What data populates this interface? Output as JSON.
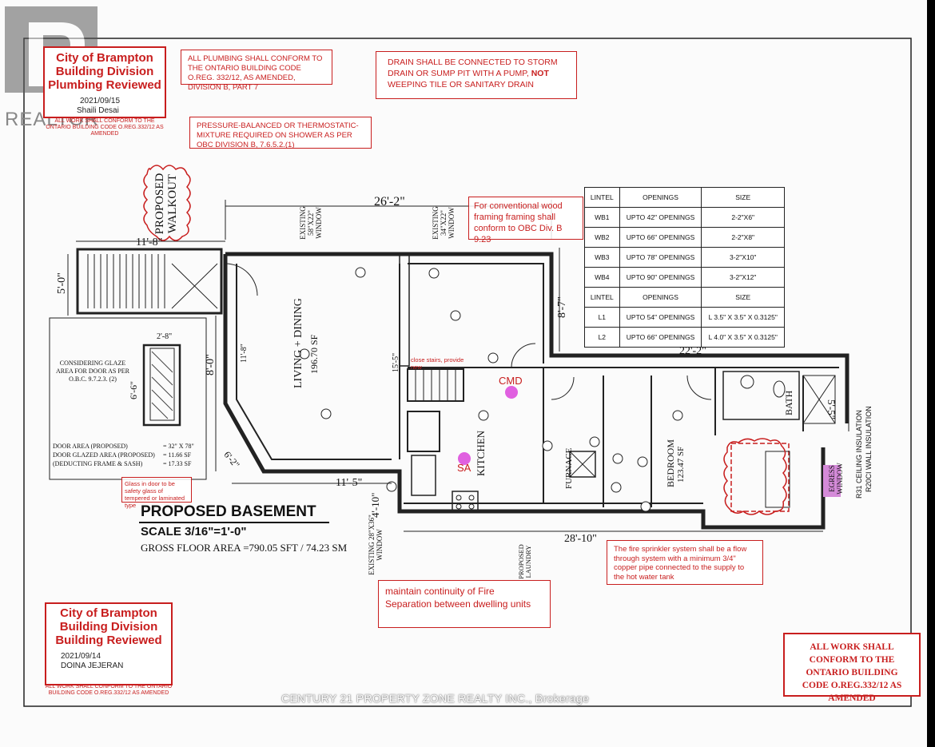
{
  "watermark": {
    "brand": "REALTOR"
  },
  "stamps": {
    "plumbing": {
      "lines": [
        "City of Brampton",
        "Building Division",
        "Plumbing Reviewed"
      ],
      "date": "2021/09/15",
      "reviewer": "Shaili Desai",
      "footer": "ALL WORK SHALL CONFORM TO THE ONTARIO BUILDING CODE O.REG.332/12 AS AMENDED"
    },
    "building": {
      "lines": [
        "City of Brampton",
        "Building Division",
        "Building Reviewed"
      ],
      "date": "2021/09/14",
      "reviewer": "DOINA JEJERAN",
      "footer": "ALL WORK SHALL CONFORM TO THE ONTARIO BUILDING CODE O.REG.332/12 AS AMENDED"
    },
    "conform": "ALL WORK SHALL CONFORM TO THE ONTARIO BUILDING CODE O.REG.332/12 AS AMENDED"
  },
  "notes": {
    "plumbing_conform": "ALL PLUMBING SHALL CONFORM TO THE ONTARIO BUILDING CODE O.REG. 332/12, AS AMENDED, DIVISION B, PART 7",
    "drain_a": "DRAIN SHALL BE CONNECTED TO STORM DRAIN OR SUMP PIT WITH A PUMP,",
    "drain_not": "NOT",
    "drain_b": "WEEPING TILE OR SANITARY DRAIN",
    "pressure": "PRESSURE-BALANCED OR THERMOSTATIC-MIXTURE REQUIRED ON SHOWER AS PER OBC DIVISION B, 7.6.5.2.(1)",
    "wood_framing": "For conventional wood framing framing shall conform to OBC Div. B 9.23",
    "glass": "Glass in door to be safety glass of tempered or laminated type",
    "fire_separation": "maintain continuity of Fire Separation between dwelling units",
    "sprinkler": "The fire sprinkler system shall be a flow through system with a minimum 3/4\" copper pipe connected to the supply to the hot water tank",
    "closet_stairs": "close stairs, provide new"
  },
  "lintel_table": {
    "header": [
      "LINTEL",
      "OPENINGS",
      "SIZE"
    ],
    "rows": [
      [
        "WB1",
        "UPTO 42\" OPENINGS",
        "2-2\"X6\""
      ],
      [
        "WB2",
        "UPTO 66\" OPENINGS",
        "2-2\"X8\""
      ],
      [
        "WB3",
        "UPTO 78\" OPENINGS",
        "3-2\"X10\""
      ],
      [
        "WB4",
        "UPTO 90\" OPENINGS",
        "3-2\"X12\""
      ]
    ],
    "header2": [
      "LINTEL",
      "OPENINGS",
      "SIZE"
    ],
    "rows2": [
      [
        "L1",
        "UPTO 54\" OPENINGS",
        "L 3.5\" X 3.5\" X 0.3125\""
      ],
      [
        "L2",
        "UPTO 66\" OPENINGS",
        "L 4.0\" X 3.5\" X 0.3125\""
      ]
    ]
  },
  "plan": {
    "title": "PROPOSED BASEMENT",
    "scale": "SCALE  3/16\"=1'-0\"",
    "gross_area": "GROSS FLOOR AREA  =790.05 SFT / 74.23 SM",
    "walkout": "PROPOSED WALKOUT",
    "rooms": {
      "living": "LIVING + DINING",
      "living_area": "196.70 SF",
      "kitchen": "KITCHEN",
      "bedroom": "BEDROOM",
      "bedroom_area": "123.47 SF",
      "bath": "BATH",
      "laundry": "PROPOSED LAUNDRY",
      "furnace": "FURNACE",
      "egress": "EGRESS WINDOW"
    },
    "windows": {
      "w1": "EXISTING 58\"X22\" WINDOW",
      "w2": "EXISTING 34\"X22\" WINDOW",
      "w3": "EXISTING 28\"X36\" WINDOW"
    },
    "dims": {
      "top": "26'-2\"",
      "stair": "11'-8\"",
      "left5": "5'-0\"",
      "left8": "8'-0\"",
      "right87": "8'-7\"",
      "mid222": "22'-2\"",
      "right55": "5'-5\"",
      "bot115": "11'-5\"",
      "bot2810": "28'-10\"",
      "bot410": "4'-10\"",
      "diag62": "6'-2\"",
      "d155": "15'-5\"",
      "d118": "11'-8\""
    },
    "markers": {
      "cmd": "CMD",
      "sa": "SA"
    },
    "door_calc": {
      "heading": "CONSIDERING GLAZE AREA FOR DOOR AS PER O.B.C. 9.7.2.3. (2)",
      "door_area_label": "DOOR AREA (PROPOSED)",
      "door_area": "= 32\" X 78\"",
      "glazed_label": "DOOR GLAZED AREA (PROPOSED)",
      "glazed": "= 11.66 SF",
      "deduct_label": "(DEDUCTING FRAME & SASH)",
      "deduct": "= 17.33 SF",
      "h": "6'-6\"",
      "w": "2'-8\""
    },
    "insulation": [
      "R31 CEILING INSULATION",
      "R20CI WALL INSULATION"
    ]
  },
  "brokerage": "CENTURY 21 PROPERTY ZONE REALTY INC., Brokerage",
  "colors": {
    "stamp_red": "#c81e1e",
    "marker_pink": "#e060e0"
  }
}
